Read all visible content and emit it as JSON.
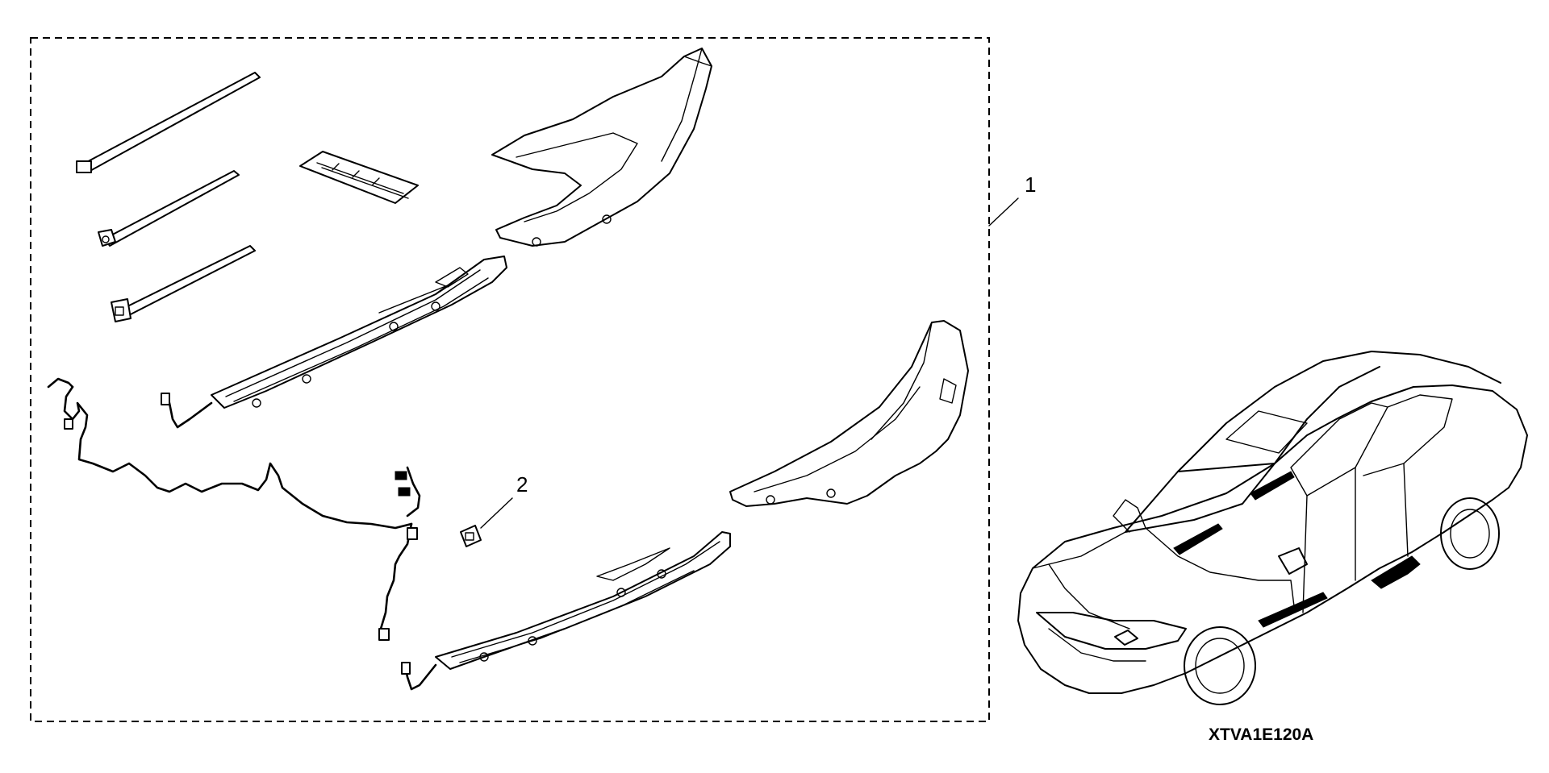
{
  "callouts": {
    "kit": "1",
    "bulb": "2"
  },
  "diagram_code": "XTVA1E120A"
}
